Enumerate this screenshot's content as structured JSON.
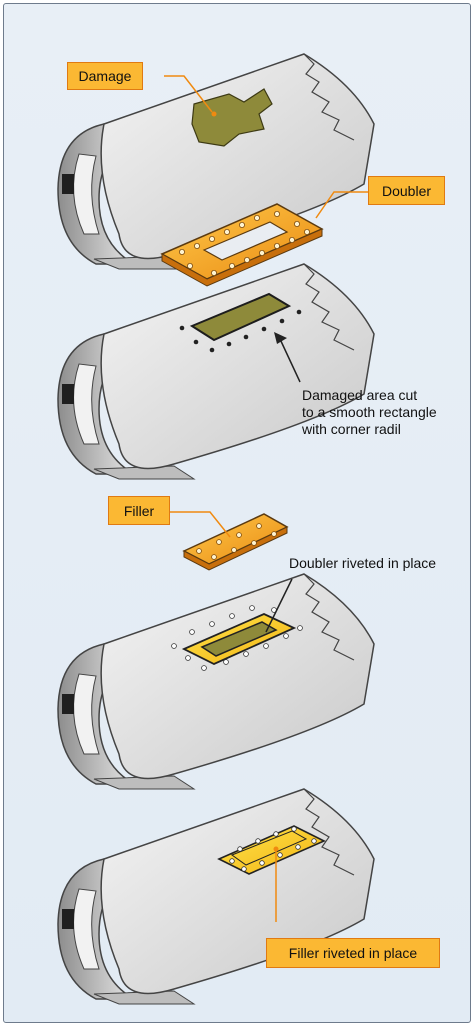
{
  "labels": {
    "damage": "Damage",
    "doubler": "Doubler",
    "damaged_area": [
      "Damaged area cut",
      "to a smooth rectangle",
      "with corner radil"
    ],
    "filler": "Filler",
    "doubler_riveted": "Doubler riveted in place",
    "filler_riveted": "Filler riveted in place"
  },
  "colors": {
    "callout_fill": "#fbb833",
    "callout_border": "#e07a12",
    "skin_top": "#dcdcdc",
    "skin_edge": "#9a9a9a",
    "damage_fill": "#8e8a3a",
    "doubler_fill": "#f1a020",
    "background": "#e4ecf5"
  }
}
